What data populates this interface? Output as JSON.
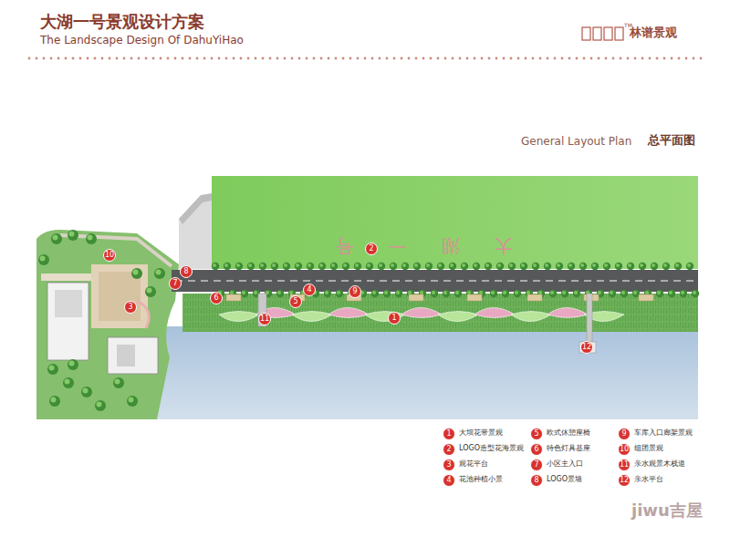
{
  "diagram": {
    "title": "大湖一号景观设计方案",
    "labels": [
      "The Landscape Design Of DahuYiHao",
      "林谱景观",
      "TM",
      "General Layout Plan",
      "总平面图",
      "大湖一号",
      "1",
      "2",
      "3",
      "4",
      "5",
      "6",
      "7",
      "8",
      "9",
      "10",
      "11",
      "12",
      "1",
      "2",
      "3",
      "4",
      "5",
      "6",
      "7",
      "8",
      "9",
      "10",
      "11",
      "12",
      "jiwu吉屋"
    ],
    "legend": [
      {
        "text": "大坝花带景观"
      },
      {
        "text": "LOGO造型花海景观"
      },
      {
        "text": "观花平台"
      },
      {
        "text": "花池种植小景"
      },
      {
        "text": "欧式休憩座椅"
      },
      {
        "text": "特色灯具基座"
      },
      {
        "text": "小区主入口"
      },
      {
        "text": "LOGO景墙"
      },
      {
        "text": "车库入口廊架景观"
      },
      {
        "text": "组团景观"
      },
      {
        "text": "亲水观景木栈道"
      },
      {
        "text": "亲水平台"
      }
    ]
  }
}
